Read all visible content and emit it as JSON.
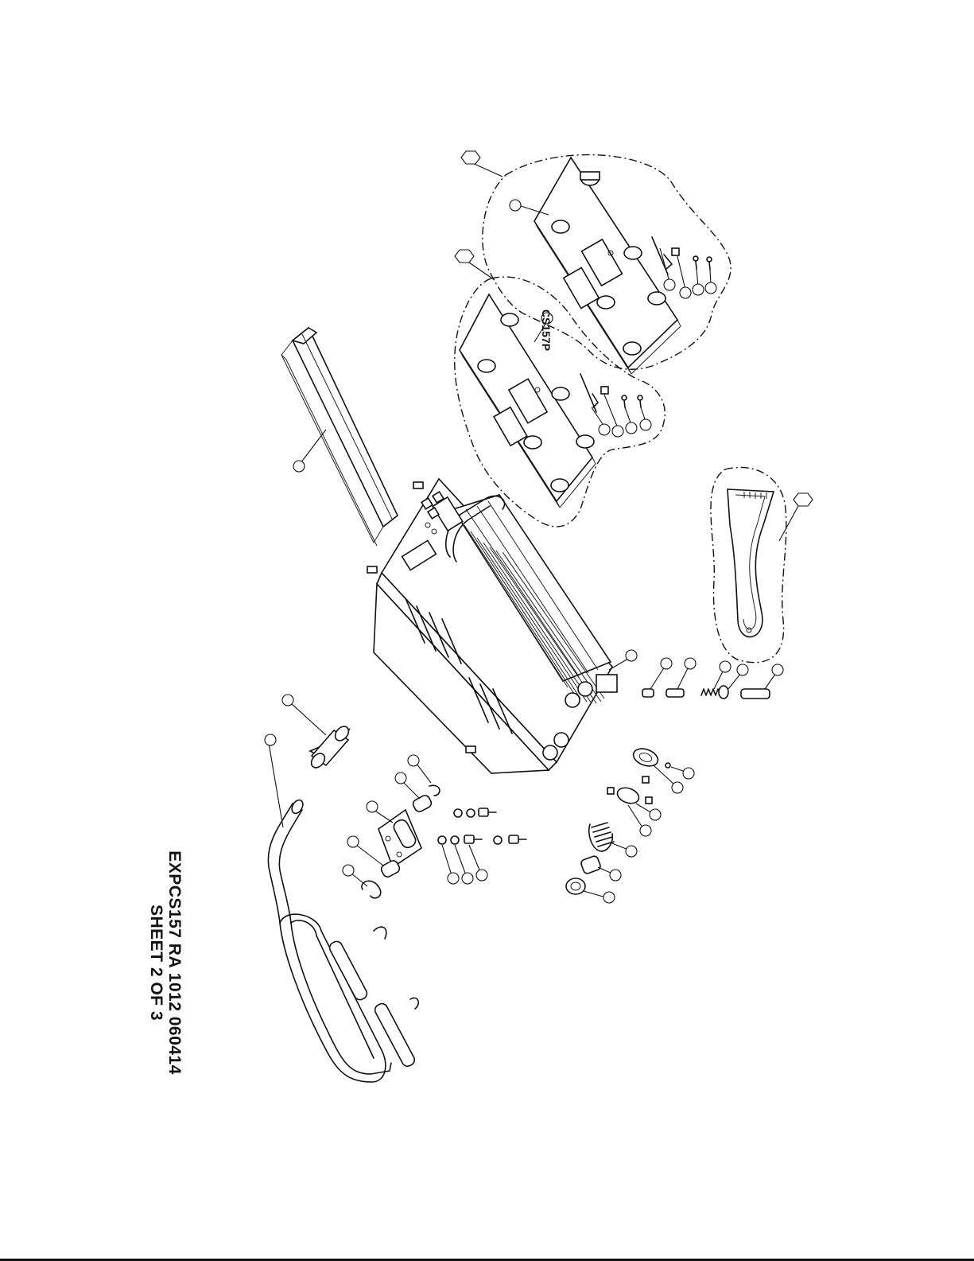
{
  "sheet": {
    "title_line1": "EXPCS157 RA 1012 060414",
    "title_line2": "SHEET 2 OF 3",
    "model_label": "CS157P"
  },
  "colors": {
    "line": "#111111",
    "background": "#ffffff"
  }
}
